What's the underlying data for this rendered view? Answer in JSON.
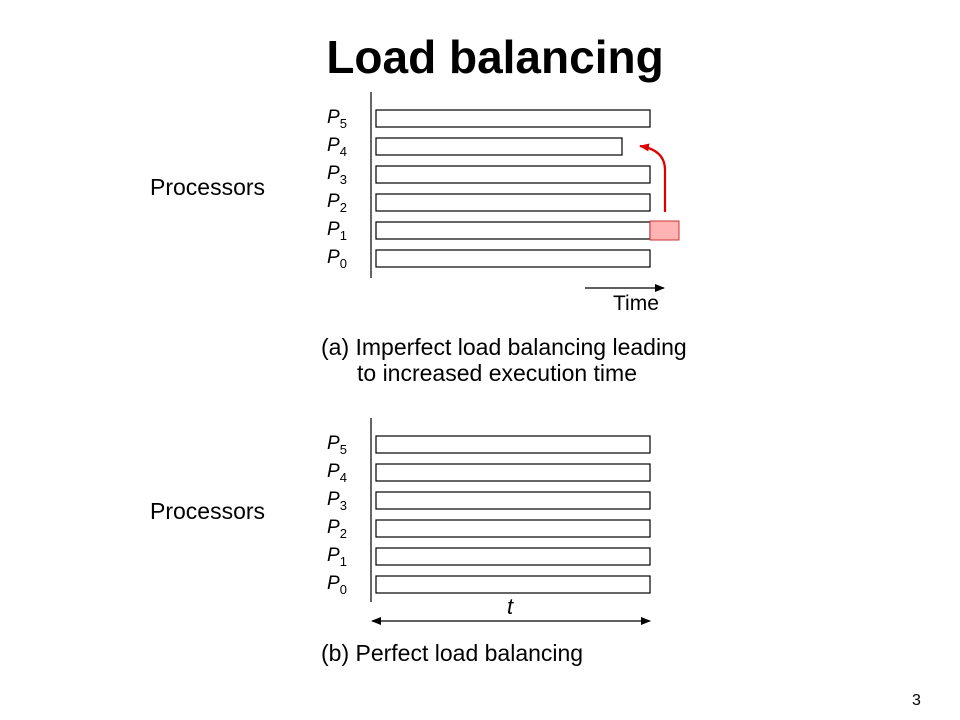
{
  "title": "Load balancing",
  "page_number": "3",
  "panel_a": {
    "axis_label": "Processors",
    "time_label": "Time",
    "caption_line1": "(a) Imperfect load balancing leading",
    "caption_line2": "to increased execution time",
    "processors": [
      "P5",
      "P4",
      "P3",
      "P2",
      "P1",
      "P0"
    ],
    "highlight_color": "#ffb3b3",
    "arrow_color": "#dd0000"
  },
  "panel_b": {
    "axis_label": "Processors",
    "time_label": "t",
    "caption": "(b) Perfect load balancing",
    "processors": [
      "P5",
      "P4",
      "P3",
      "P2",
      "P1",
      "P0"
    ]
  }
}
